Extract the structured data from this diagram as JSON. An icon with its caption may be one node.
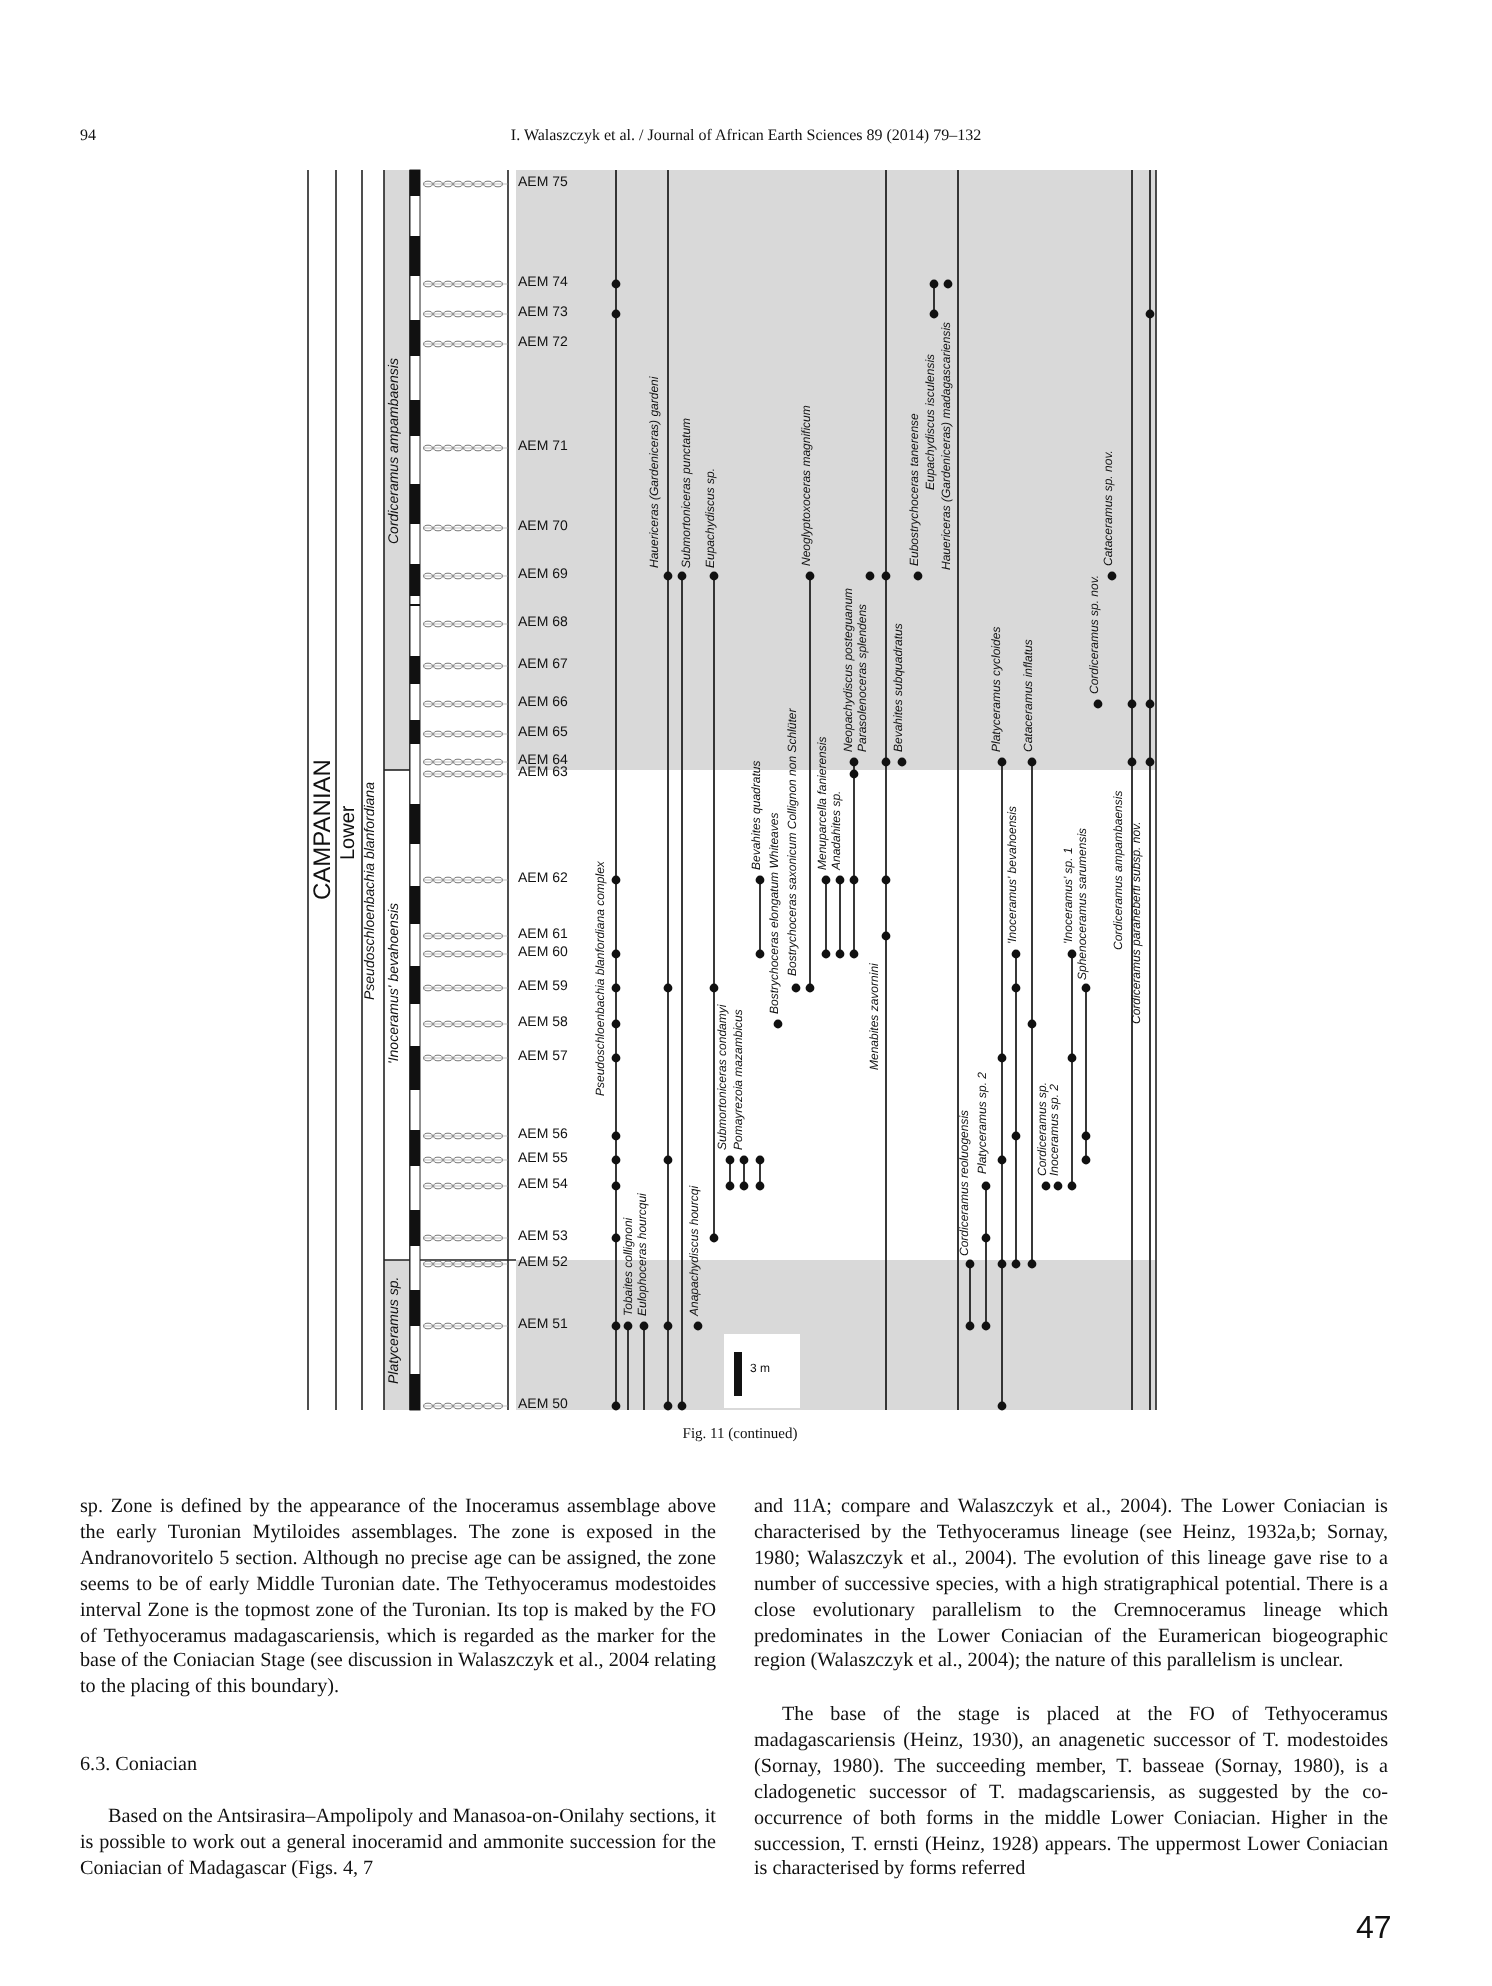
{
  "diagram": {
    "caption": "Fig. 11 (continued)",
    "labels": [
      "94",
      "I. Walaszczyk et al. / Journal of African Earth Sciences 89 (2014) 79–132",
      "CAMPANIAN",
      "Lower",
      "Pseudoschloenbachia blanfordiana",
      "Cordiceramus ampambaensis",
      "'Inoceramus' bevahoensis",
      "Platyceramus sp.",
      "AEM 75",
      "AEM 74",
      "AEM 73",
      "AEM 72",
      "AEM 71",
      "AEM 70",
      "AEM 69",
      "AEM 68",
      "AEM 67",
      "AEM 66",
      "AEM 65",
      "AEM 64",
      "AEM 63",
      "AEM 62",
      "AEM 61",
      "AEM 60",
      "AEM 59",
      "AEM 58",
      "AEM 57",
      "AEM 56",
      "AEM 55",
      "AEM 54",
      "AEM 53",
      "AEM 52",
      "AEM 51",
      "AEM 50",
      "Pseudoschloenbachia blanfordiana complex",
      "Tobaites collignoni",
      "Eulophoceras hourcqui",
      "Hauericeras (Gardeniceras) gardeni",
      "Submortoniceras punctatum",
      "Anapachydiscus hourcqi",
      "Eupachydiscus sp.",
      "Submortoniceras condamyi",
      "Pomayrezoia mazambicus",
      "Bevahites quadratus",
      "Bostrychoceras elongatum Whiteaves",
      "Bostrychoceras saxonicum Collignon non Schlüter",
      "Neoglyptoxoceras magnificum",
      "Menuparcella fanierensis",
      "Anadahites sp.",
      "Neopachydiscus posteguanum",
      "Parasolenoceras splendens",
      "Menabites zavornini",
      "Bevahites subquadratus",
      "Eubostrychoceras tanerense",
      "Eupachydiscus isculensis",
      "Hauericeras (Gardeniceras) madagascariensis",
      "Cordiceramus reoluogensis",
      "Platyceramus sp. 2",
      "Platyceramus cycloides",
      "'Inoceramus' bevahoensis",
      "Cataceramus inflatus",
      "Cordiceramus sp.",
      "Inoceramus sp. 2",
      "'Inoceramus' sp. 1",
      "Sphenoceramus sarumensis",
      "Cordiceramus sp. nov.",
      "Cataceramus sp. nov.",
      "Cordiceramus ampambaensis",
      "Cordiceramus paraheberti subsp. nov.",
      "3 m",
      "sp. Zone is defined by the appearance of the Inoceramus assemblage above the early Turonian Mytiloides assemblages. The zone is exposed in the Andranovoritelo 5 section. Although no precise age can be assigned, the zone seems to be of early Middle Turonian date. The Tethyoceramus modestoides interval Zone is the topmost zone of the Turonian. Its top is maked by the FO of Tethyoceramus madagascariensis, which is regarded as the marker for the base of the Coniacian Stage (see discussion in Walaszczyk et al., 2004 relating to the placing of this boundary).",
      "6.3. Coniacian",
      "Based on the Antsirasira–Ampolipoly and Manasoa-on-Onilahy sections, it is possible to work out a general inoceramid and ammonite succession for the Coniacian of Madagascar (Figs. 4, 7",
      "and 11A; compare and Walaszczyk et al., 2004). The Lower Coniacian is characterised by the Tethyoceramus lineage (see Heinz, 1932a,b; Sornay, 1980; Walaszczyk et al., 2004). The evolution of this lineage gave rise to a number of successive species, with a high stratigraphical potential. There is a close evolutionary parallelism to the Cremnoceramus lineage which predominates in the Lower Coniacian of the Euramerican biogeographic region (Walaszczyk et al., 2004); the nature of this parallelism is unclear.",
      "The base of the stage is placed at the FO of Tethyoceramus madagascariensis (Heinz, 1930), an anagenetic successor of T. modestoides (Sornay, 1980). The succeeding member, T. basseae (Sornay, 1980), is a cladogenetic successor of T. madagscariensis, as suggested by the co-occurrence of both forms in the middle Lower Coniacian. Higher in the succession, T. ernsti (Heinz, 1928) appears. The uppermost Lower Coniacian is characterised by forms referred",
      "47"
    ]
  }
}
